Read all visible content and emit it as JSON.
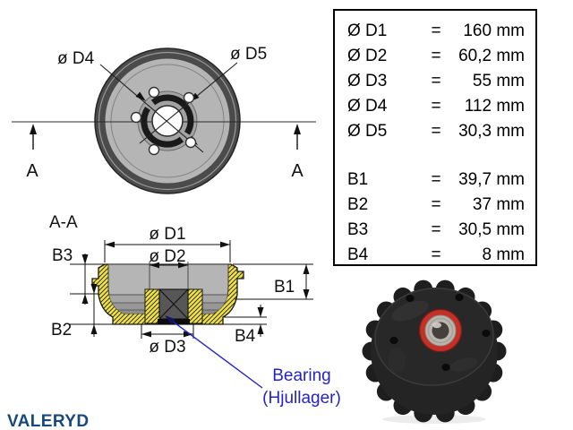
{
  "table": {
    "rows": [
      {
        "label": "Ø D1",
        "eq": "=",
        "value": "160 mm"
      },
      {
        "label": "Ø D2",
        "eq": "=",
        "value": "60,2 mm"
      },
      {
        "label": "Ø D3",
        "eq": "=",
        "value": "55 mm"
      },
      {
        "label": "Ø D4",
        "eq": "=",
        "value": "112 mm"
      },
      {
        "label": "Ø D5",
        "eq": "=",
        "value": "30,3 mm"
      },
      {
        "label": "B1",
        "eq": "=",
        "value": "39,7 mm"
      },
      {
        "label": "B2",
        "eq": "=",
        "value": "37 mm"
      },
      {
        "label": "B3",
        "eq": "=",
        "value": "30,5 mm"
      },
      {
        "label": "B4",
        "eq": "=",
        "value": "8 mm"
      }
    ]
  },
  "front_view": {
    "d4_label": "ø D4",
    "d5_label": "ø D5",
    "a_left": "A",
    "a_right": "A"
  },
  "section_view": {
    "title": "A-A",
    "d1_label": "ø D1",
    "d2_label": "ø D2",
    "d3_label": "ø D3",
    "b1_label": "B1",
    "b2_label": "B2",
    "b3_label": "B3",
    "b4_label": "B4"
  },
  "bearing_note": {
    "line1": "Bearing",
    "line2": "(Hjullager)"
  },
  "brand": {
    "logo": "VALERYD"
  },
  "colors": {
    "accent_blue": "#2323c8",
    "brand_navy": "#17497e",
    "hatch_yellow": "#f0e23e",
    "drawing_gray": "#b5b5b5"
  }
}
